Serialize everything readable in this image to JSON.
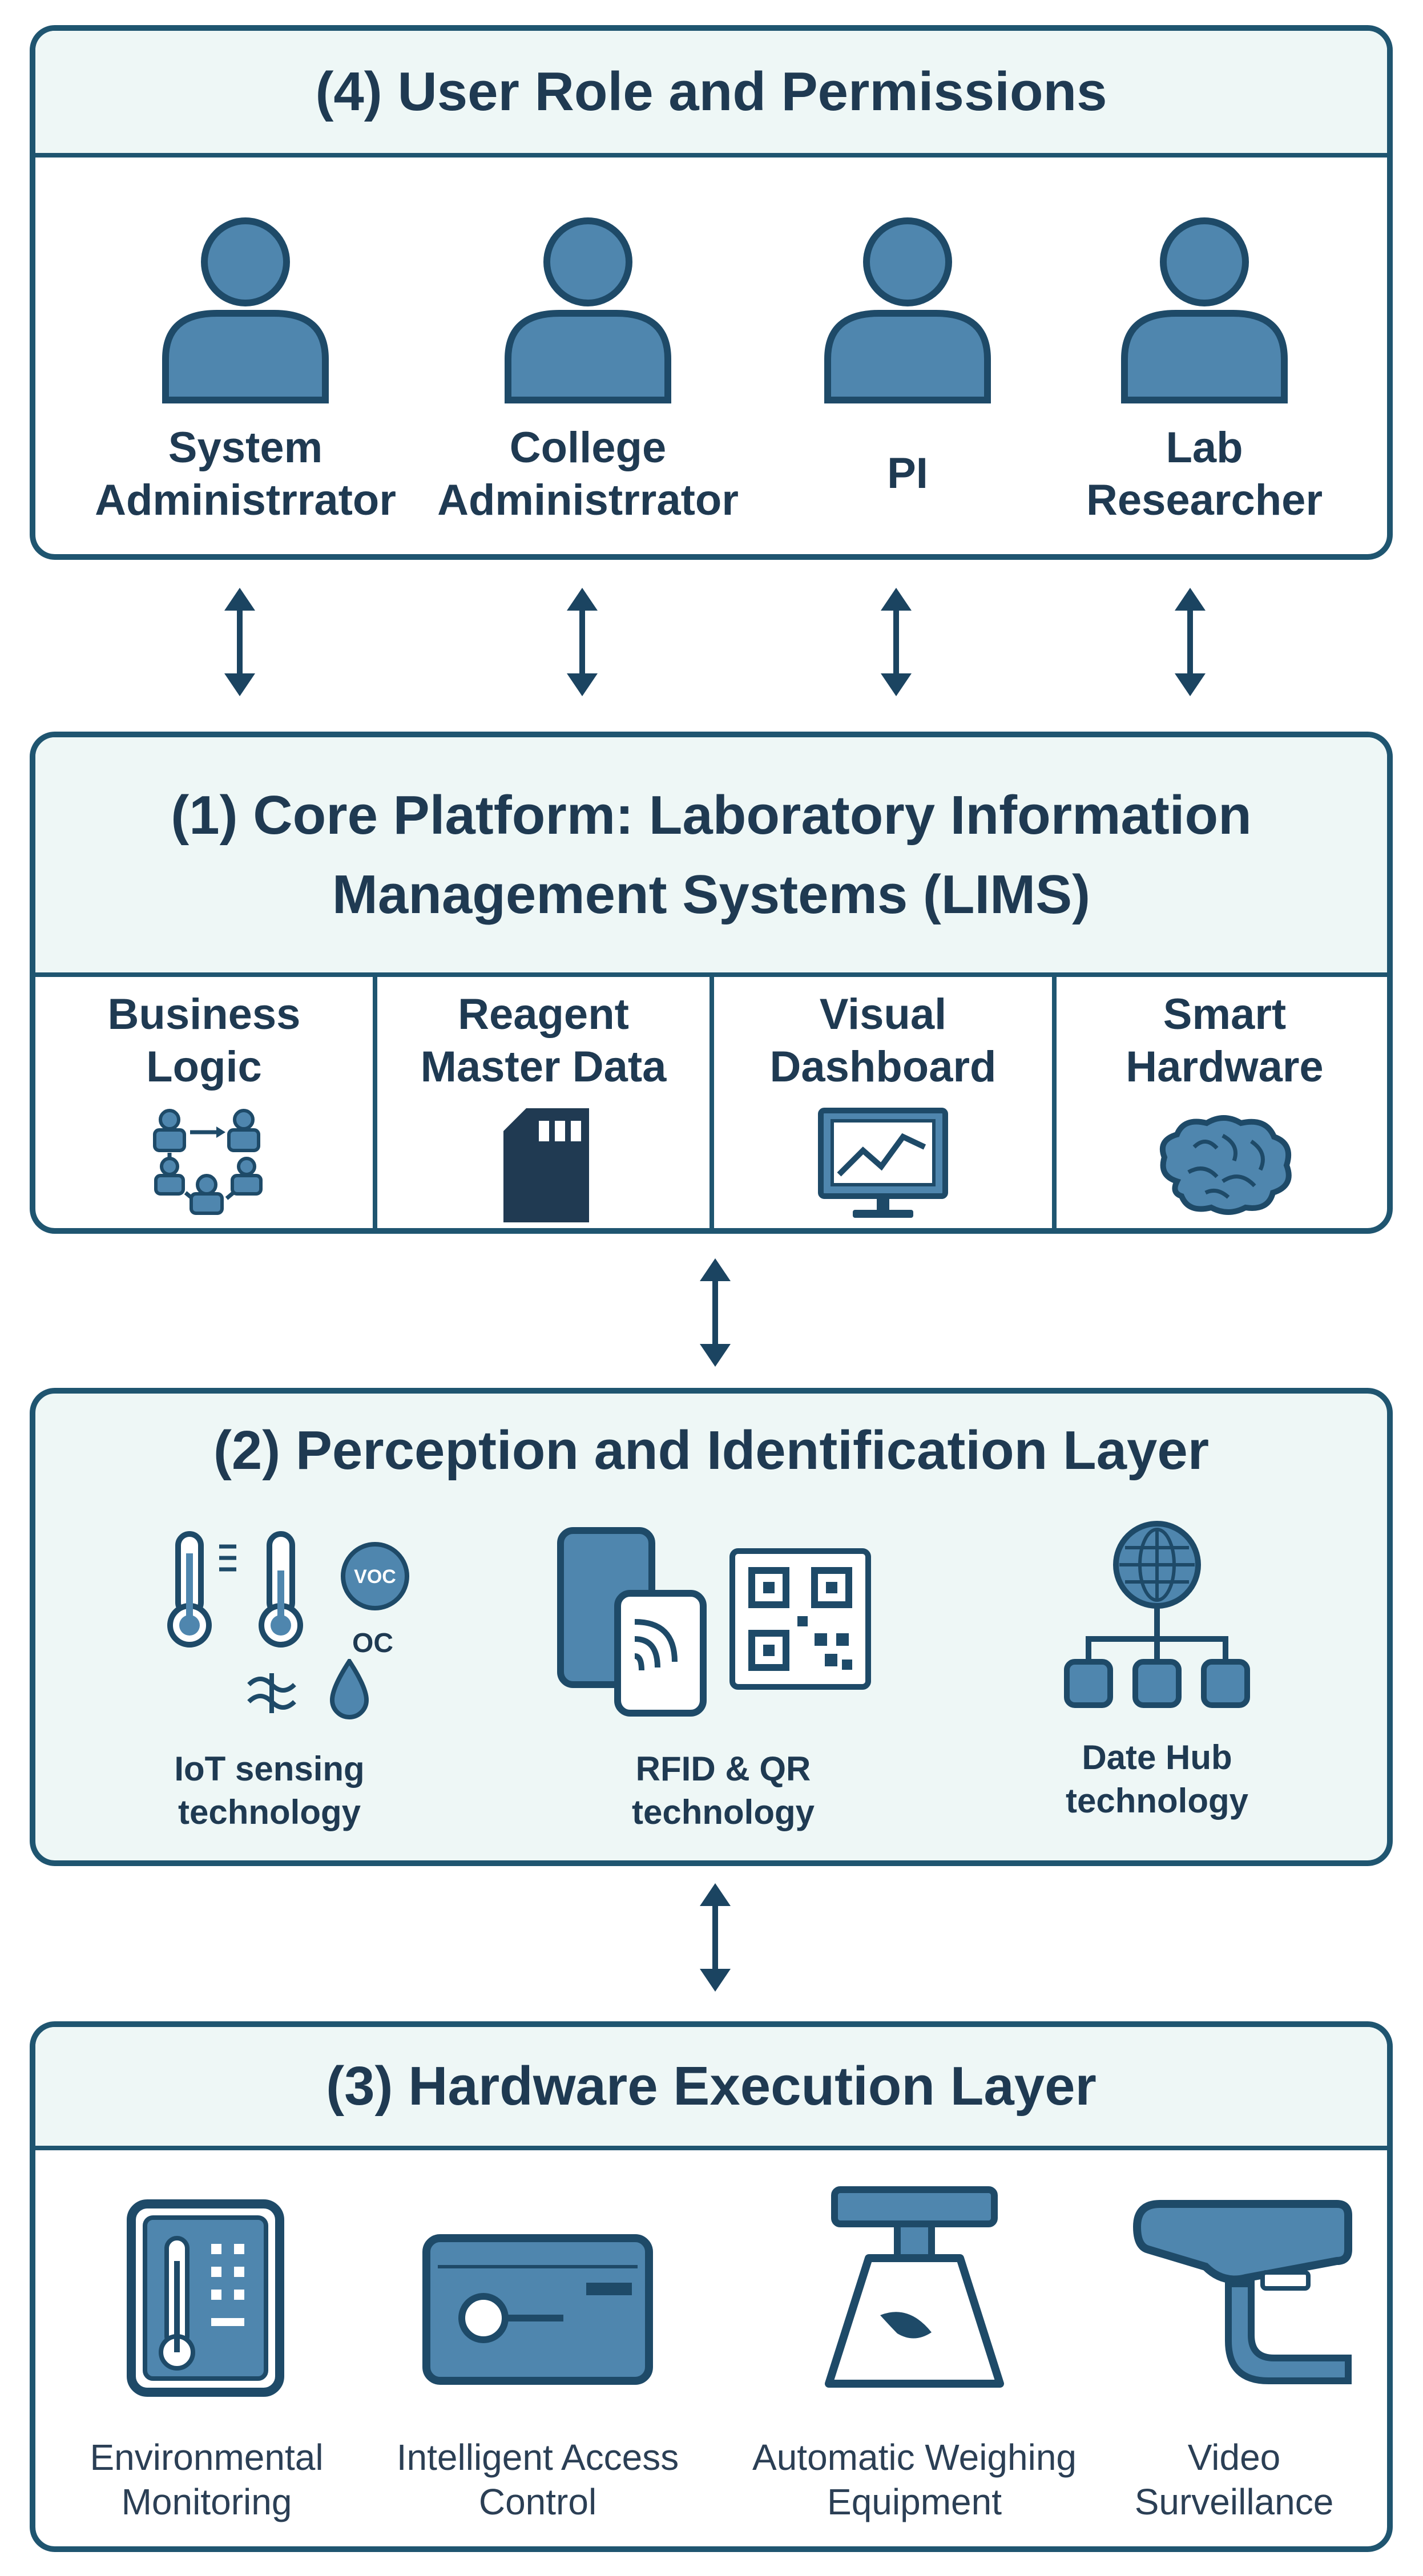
{
  "panel_roles": {
    "title": "(4) User Role and Permissions",
    "roles": [
      {
        "line1": "System",
        "line2": "Administrrator"
      },
      {
        "line1": "College",
        "line2": "Administrrator"
      },
      {
        "line1": "PI",
        "line2": ""
      },
      {
        "line1": "Lab",
        "line2": "Researcher"
      }
    ]
  },
  "panel_core": {
    "title_line1": "(1) Core Platform: Laboratory Information",
    "title_line2": "Management Systems (LIMS)",
    "modules": [
      {
        "line1": "Business",
        "line2": "Logic",
        "icon": "workflow-people-icon"
      },
      {
        "line1": "Reagent",
        "line2": "Master Data",
        "icon": "sd-card-icon"
      },
      {
        "line1": "Visual",
        "line2": "Dashboard",
        "icon": "monitor-chart-icon"
      },
      {
        "line1": "Smart",
        "line2": "Hardware",
        "icon": "brain-icon"
      }
    ]
  },
  "panel_perception": {
    "title": "(2) Perception and Identification Layer",
    "voc_line1": "VOC",
    "voc_line2": "OC",
    "items": [
      {
        "line1": "IoT sensing",
        "line2": "technology",
        "icon": "sensors-icon"
      },
      {
        "line1": "RFID & QR",
        "line2": "technology",
        "icon": "rfid-qr-icon"
      },
      {
        "line1": "Date Hub",
        "line2": "technology",
        "icon": "data-hub-icon"
      }
    ]
  },
  "panel_hardware": {
    "title": "(3) Hardware Execution Layer",
    "items": [
      {
        "line1": "Environmental",
        "line2": "Monitoring",
        "icon": "thermostat-panel-icon"
      },
      {
        "line1": "Intelligent Access",
        "line2": "Control",
        "icon": "access-control-icon"
      },
      {
        "line1": "Automatic Weighing",
        "line2": "Equipment",
        "icon": "weighing-scale-icon"
      },
      {
        "line1": "Video",
        "line2": "Surveillance",
        "icon": "security-camera-icon"
      }
    ]
  },
  "colors": {
    "border": "#1f5570",
    "header_fill": "#eef7f6",
    "icon_fill": "#4f86ae",
    "icon_stroke": "#1e4a68",
    "text": "#1f3a52"
  }
}
